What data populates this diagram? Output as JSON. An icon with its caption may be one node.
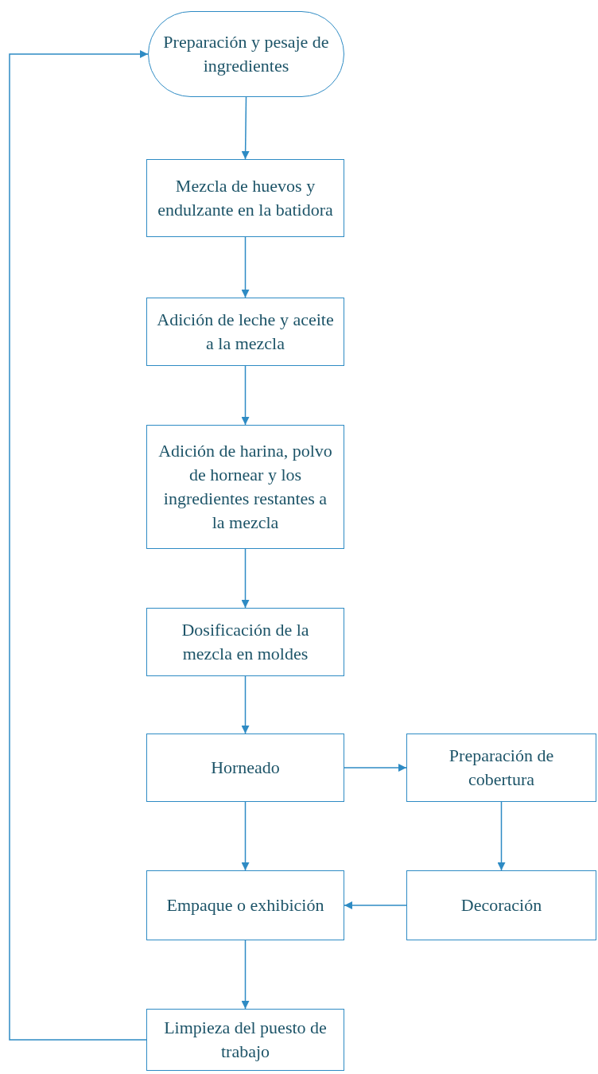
{
  "diagram": {
    "nodes": [
      {
        "text": [
          "Preparación y pesaje de ingredientes"
        ]
      },
      {
        "text": [
          "Mezcla de huevos y endulzante en la batidora"
        ]
      },
      {
        "text": [
          "Adición de leche y aceite a la mezcla"
        ]
      },
      {
        "text": [
          "Adición de harina, polvo de hornear y los ingredientes restantes a la mezcla"
        ]
      },
      {
        "text": [
          "Dosificación de la mezcla en moldes"
        ]
      },
      {
        "text": [
          "Horneado"
        ]
      },
      {
        "text": [
          "Preparación de cobertura"
        ]
      },
      {
        "text": [
          "Empaque o exhibición"
        ]
      },
      {
        "text": [
          "Decoración"
        ]
      },
      {
        "text": [
          "Limpieza del puesto de trabajo"
        ]
      }
    ],
    "edges": [
      {
        "from": 0,
        "to": 1,
        "arrow": "to"
      },
      {
        "from": 1,
        "to": 2,
        "arrow": "to"
      },
      {
        "from": 2,
        "to": 3,
        "arrow": "to"
      },
      {
        "from": 3,
        "to": 4,
        "arrow": "to"
      },
      {
        "from": 4,
        "to": 5,
        "arrow": "to"
      },
      {
        "from": 5,
        "to": 6,
        "arrow": "to"
      },
      {
        "from": 6,
        "to": 8,
        "arrow": "to"
      },
      {
        "from": 8,
        "to": 7,
        "arrow": "to"
      },
      {
        "from": 5,
        "to": 7,
        "arrow": "to"
      },
      {
        "from": 7,
        "to": 9,
        "arrow": "to"
      },
      {
        "from": 9,
        "to": 0,
        "arrow": "to"
      }
    ]
  }
}
